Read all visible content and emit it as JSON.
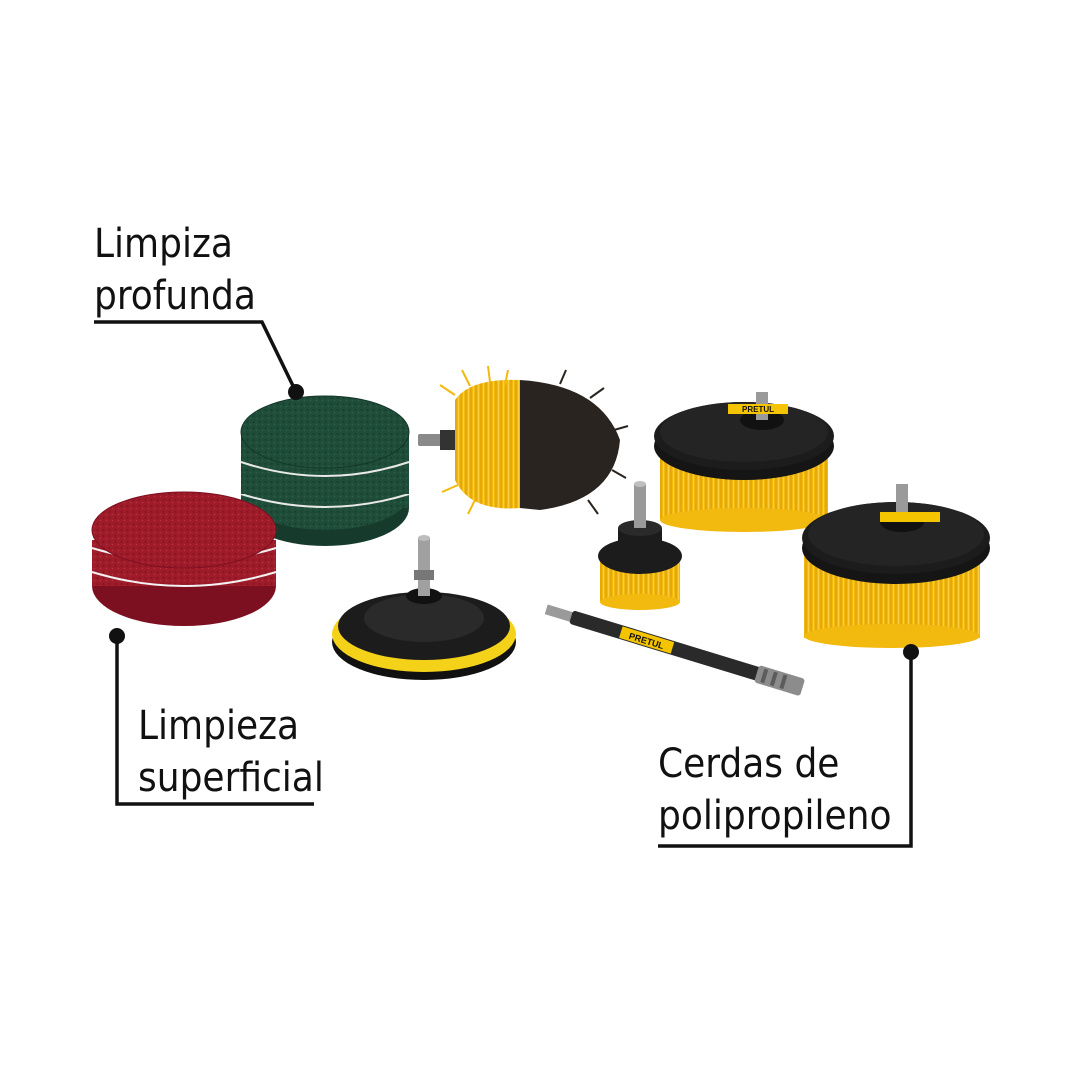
{
  "callouts": {
    "deep_cleaning": {
      "line1": "Limpiza",
      "line2": "profunda"
    },
    "surface_cleaning": {
      "line1": "Limpieza",
      "line2": "superficial"
    },
    "bristles": {
      "line1": "Cerdas de",
      "line2": "polipropileno"
    }
  },
  "brand": {
    "name": "PRETUL"
  },
  "colors": {
    "pad_red": "#9e1b2a",
    "pad_green": "#1f4d3a",
    "bristle_yellow": "#f2b90f",
    "bristle_black": "#2a2420",
    "backing_black": "#1c1c1c",
    "hook_pad_yellow": "#f5d21a",
    "leader_line": "#111111"
  }
}
